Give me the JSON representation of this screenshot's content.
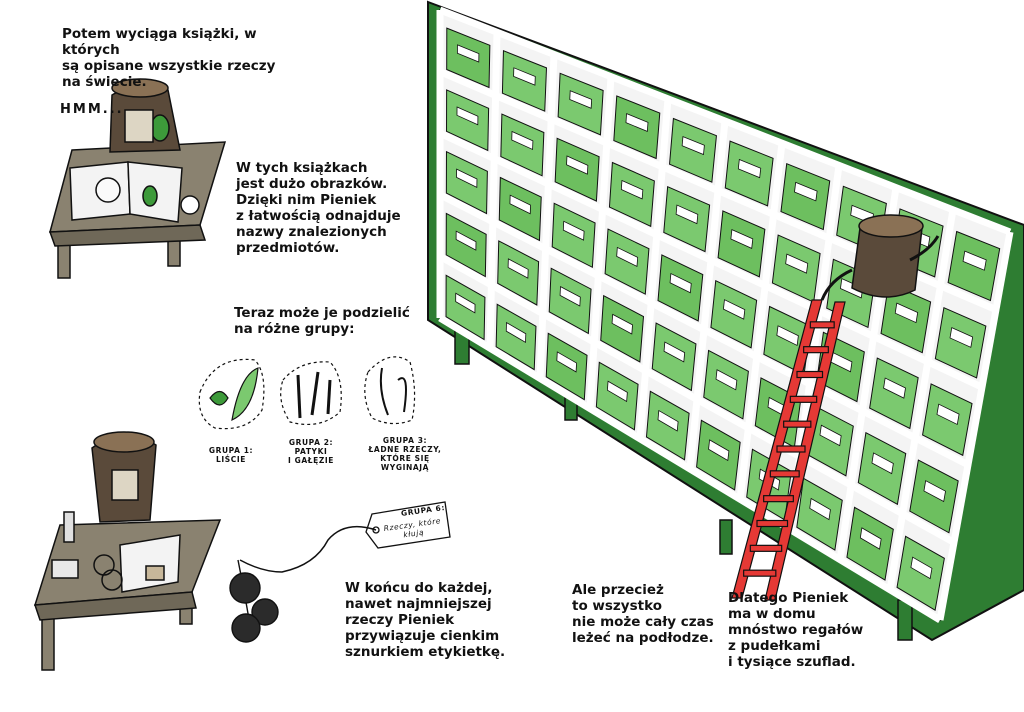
{
  "texts": {
    "intro": "Potem wyciąga książki, w których\nsą opisane wszystkie rzeczy\nna świecie.",
    "hmm": "HMM...",
    "books": "W tych książkach\njest dużo obrazków.\nDzięki nim Pieniek\nz łatwością odnajduje\nnazwy znalezionych\nprzedmiotów.",
    "groups_intro": "Teraz może je podzielić\nna różne grupy:",
    "end": "W końcu do każdej,\nnawet najmniejszej\nrzeczy Pieniek\nprzywiązuje cienkim\nsznurkiem etykietkę.",
    "floor": "Ale przecież\nto wszystko\nnie może cały czas\nleżeć na podłodze.",
    "shelves": "Dlatego Pieniek\nma w domu\nmnóstwo regałów\nz pudełkami\ni tysiące szuflad."
  },
  "groups": [
    {
      "label": "GRUPA 1:\nLIŚCIE"
    },
    {
      "label": "GRUPA 2:\nPATYKI\nI GAŁĘZIE"
    },
    {
      "label": "GRUPA 3:\nŁADNE RZECZY,\nKTÓRE SIĘ\nWYGINAJĄ"
    }
  ],
  "tag": {
    "title": "GRUPA 6:",
    "subtitle": "Rzeczy, które kłują"
  },
  "colors": {
    "shelf_green": "#2e7d32",
    "box_green": "#7bc96f",
    "ladder_red": "#e53935",
    "desk": "#8a8270"
  }
}
